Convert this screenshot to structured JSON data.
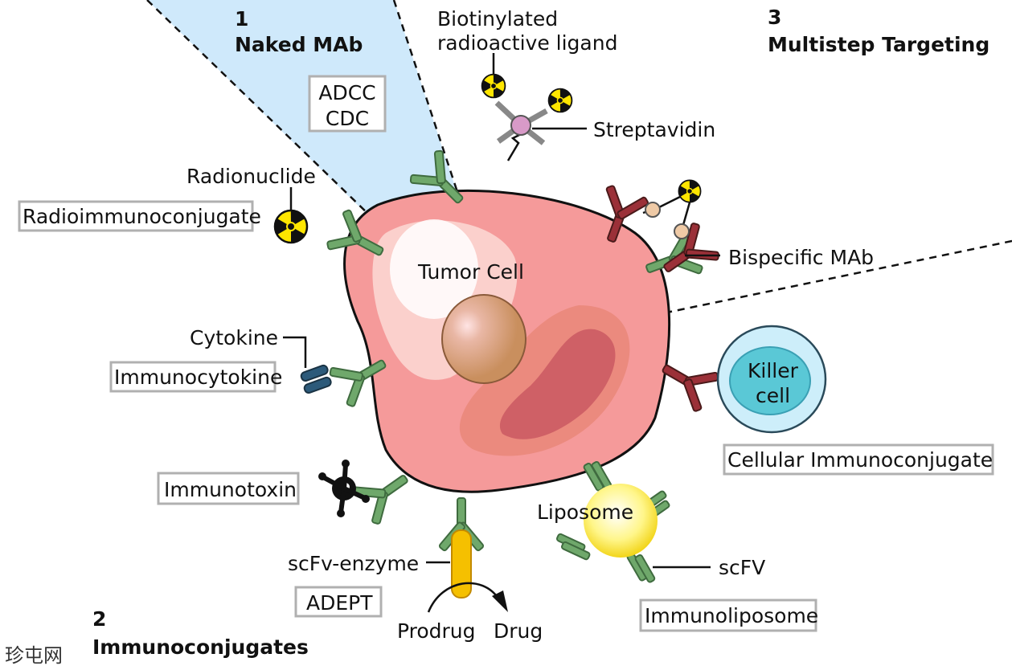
{
  "sections": {
    "s1_number": "1",
    "s1_title": "Naked MAb",
    "s2_number": "2",
    "s2_title": "Immunoconjugates",
    "s3_number": "3",
    "s3_title": "Multistep Targeting"
  },
  "labels": {
    "adcc": "ADCC",
    "cdc": "CDC",
    "biotin_line1": "Biotinylated",
    "biotin_line2": "radioactive ligand",
    "streptavidin": "Streptavidin",
    "radionuclide": "Radionuclide",
    "radioimmunoconjugate": "Radioimmunoconjugate",
    "tumor_cell": "Tumor Cell",
    "bispecific": "Bispecific MAb",
    "cytokine": "Cytokine",
    "immunocytokine": "Immunocytokine",
    "killer_line1": "Killer",
    "killer_line2": "cell",
    "cellular_immunoconjugate": "Cellular Immunoconjugate",
    "immunotoxin": "Immunotoxin",
    "liposome": "Liposome",
    "scfv_enzyme": "scFv-enzyme",
    "scfv": "scFV",
    "adept": "ADEPT",
    "immunoliposome": "Immunoliposome",
    "prodrug": "Prodrug",
    "drug": "Drug",
    "watermark": "珍屯网"
  },
  "colors": {
    "tumor": "#f59a9a",
    "nucleus": "#c98f5e",
    "wedge": "#cfe9fb",
    "antibody_green": "#6fa86b",
    "antibody_red": "#9b3038",
    "radiation_yellow": "#ffe600",
    "killer_outer": "#cdeefa",
    "killer_inner": "#5ac8d6",
    "liposome": "#fff27a",
    "enzyme": "#f5c000"
  },
  "icons": [
    "radiation-icon",
    "toxin-icon",
    "antibody-icon",
    "arrow-icon"
  ]
}
